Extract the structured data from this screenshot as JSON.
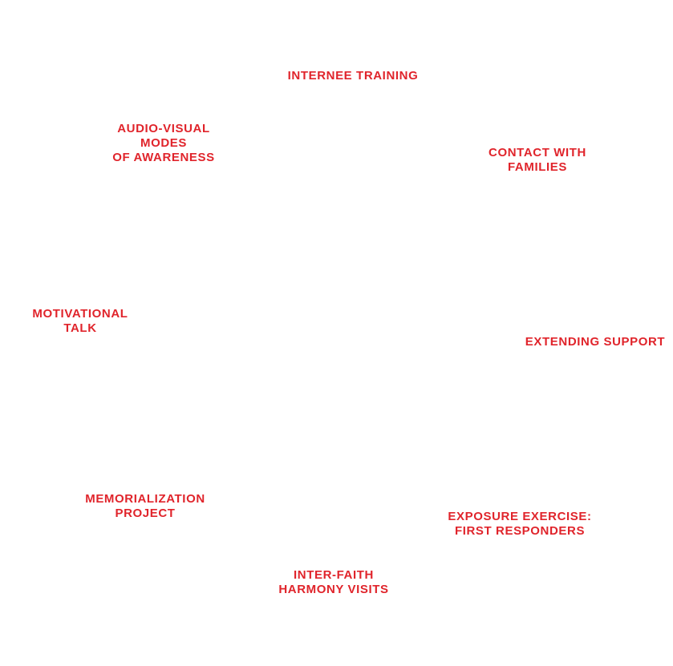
{
  "accent_color": "#e0242b",
  "nodes": [
    {
      "id": "internee-training",
      "lines": [
        "INTERNEE TRAINING"
      ]
    },
    {
      "id": "contact-with-families",
      "lines": [
        "CONTACT WITH",
        "FAMILIES"
      ]
    },
    {
      "id": "extending-support",
      "lines": [
        "EXTENDING SUPPORT"
      ]
    },
    {
      "id": "exposure-exercise",
      "lines": [
        "EXPOSURE EXERCISE:",
        "FIRST RESPONDERS"
      ]
    },
    {
      "id": "inter-faith",
      "lines": [
        "INTER-FAITH",
        "HARMONY VISITS"
      ]
    },
    {
      "id": "memorialization",
      "lines": [
        "MEMORIALIZATION",
        "PROJECT"
      ]
    },
    {
      "id": "motivational-talk",
      "lines": [
        "MOTIVATIONAL",
        "TALK"
      ]
    },
    {
      "id": "audio-visual",
      "lines": [
        "AUDIO-VISUAL",
        "MODES",
        "OF AWARENESS"
      ]
    }
  ]
}
